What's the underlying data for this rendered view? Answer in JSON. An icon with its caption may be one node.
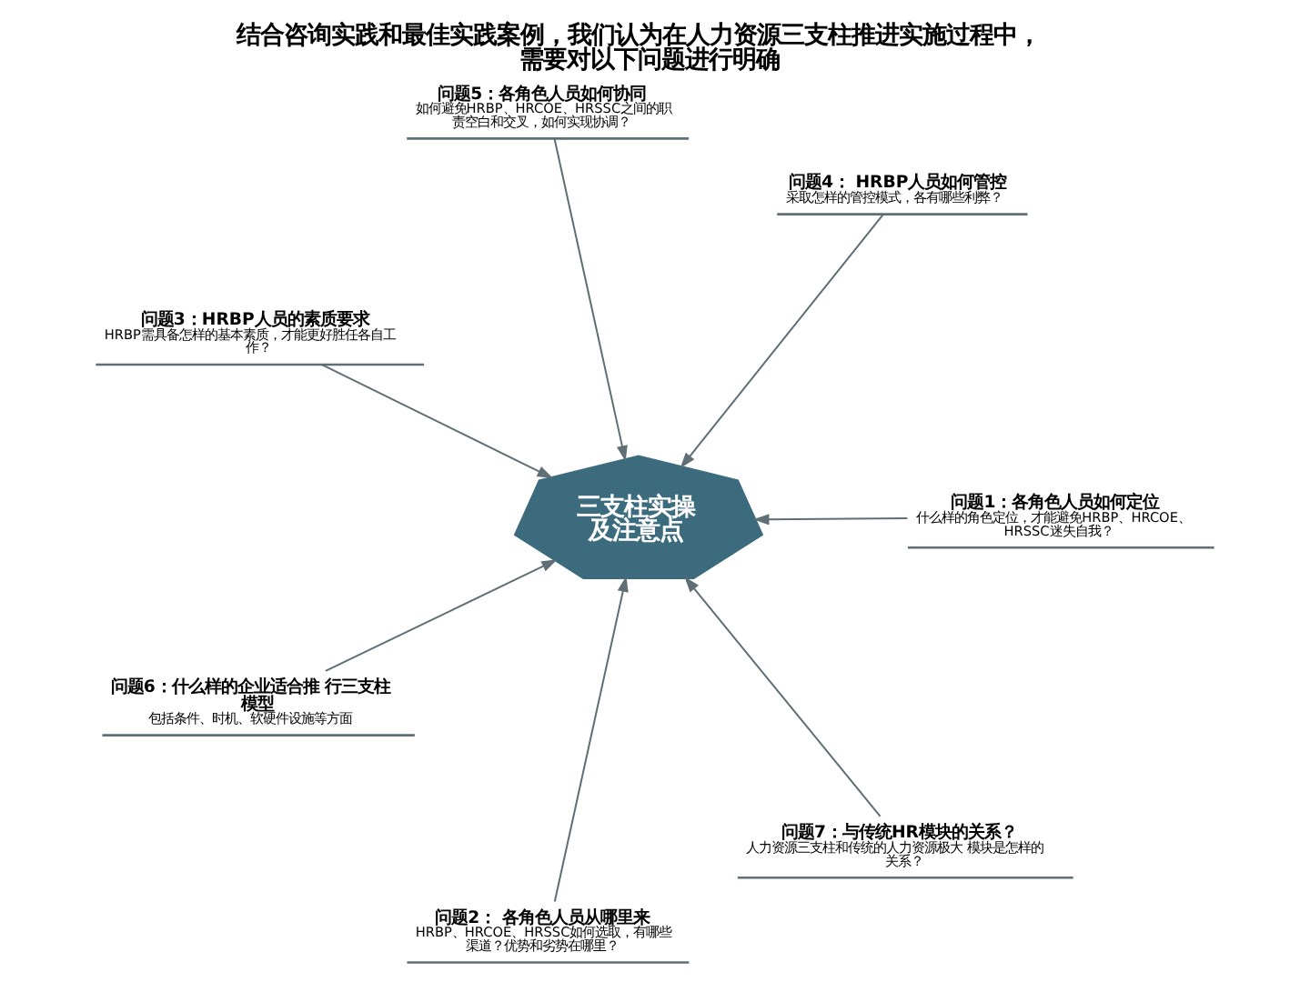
{
  "diagram": {
    "title": "结合咨询实践和最佳实践案例，我们认为在人力资源三支柱推进实施过程中，需要对以下问题进行明确",
    "nodes": [
      {
        "text": [
          "三支柱实操及注意点"
        ]
      },
      {
        "text": [
          "问题1：各角色人员如何定位",
          "什么样的角色定位，才能避免HRBP、HRCOE、HRSSC迷失自我？"
        ]
      },
      {
        "text": [
          "问题2： 各角色人员从哪里来",
          "HRBP、HRCOE、HRSSC如何选取，有哪些渠道？优势和劣势在哪里？"
        ]
      },
      {
        "text": [
          "问题3：HRBP人员的素质要求",
          "HRBP需具备怎样的基本素质，才能更好胜任各自工作？"
        ]
      },
      {
        "text": [
          "问题4： HRBP人员如何管控",
          "采取怎样的管控模式，各有哪些利弊？"
        ]
      },
      {
        "text": [
          "问题5：各角色人员如何协同",
          "如何避免HRBP、HRCOE、HRSSC之间的职责空白和交叉，如何实现协调？"
        ]
      },
      {
        "text": [
          "问题6：什么样的企业适合推 行三支柱模型",
          "包括条件、时机、软硬件设施等方面"
        ]
      },
      {
        "text": [
          "问题7：与传统HR模块的关系？",
          "人力资源三支柱和传统的人力资源极大 模块是怎样的关系？"
        ]
      }
    ],
    "edges": [
      {
        "from": 1,
        "to": 0,
        "arrow": "to"
      },
      {
        "from": 2,
        "to": 0,
        "arrow": "to"
      },
      {
        "from": 3,
        "to": 0,
        "arrow": "to"
      },
      {
        "from": 4,
        "to": 0,
        "arrow": "to"
      },
      {
        "from": 5,
        "to": 0,
        "arrow": "to"
      },
      {
        "from": 6,
        "to": 0,
        "arrow": "to"
      },
      {
        "from": 7,
        "to": 0,
        "arrow": "to"
      }
    ]
  }
}
